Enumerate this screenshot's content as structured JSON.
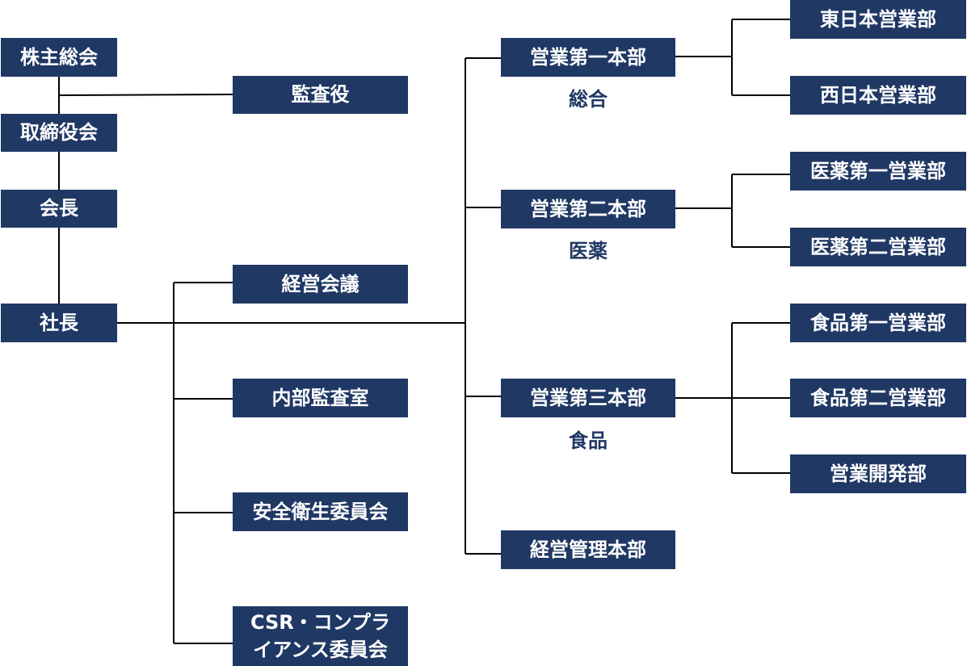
{
  "nodes": {
    "shareholders": "株主総会",
    "auditor": "監査役",
    "board": "取締役会",
    "chairman": "会長",
    "president": "社長",
    "mgmt_meeting": "経営会議",
    "internal_audit": "内部監査室",
    "safety_committee": "安全衛生委員会",
    "csr_committee_line1": "CSR・コンプラ",
    "csr_committee_line2": "イアンス委員会",
    "sales_hq1": "営業第一本部",
    "sales_hq1_sub": "総合",
    "sales_hq2": "営業第二本部",
    "sales_hq2_sub": "医薬",
    "sales_hq3": "営業第三本部",
    "sales_hq3_sub": "食品",
    "mgmt_admin_hq": "経営管理本部",
    "east_japan": "東日本営業部",
    "west_japan": "西日本営業部",
    "pharma1": "医薬第一営業部",
    "pharma2": "医薬第二営業部",
    "food1": "食品第一営業部",
    "food2": "食品第二営業部",
    "sales_dev": "営業開発部"
  },
  "colors": {
    "box_fill": "#203864",
    "box_text": "#ffffff",
    "line": "#000000"
  }
}
